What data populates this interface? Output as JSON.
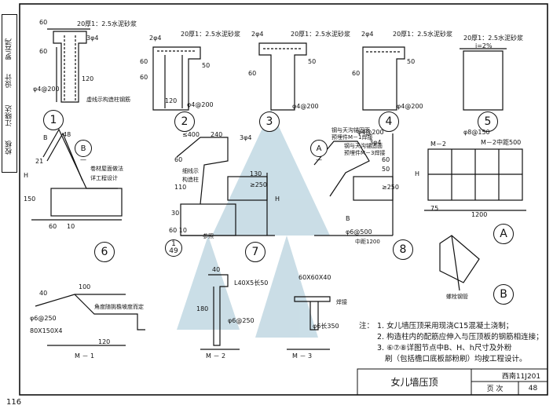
{
  "sidebar": {
    "label_1": "校核",
    "label_2": "江晓达",
    "label_3": "设计",
    "label_4": "罗云鸿"
  },
  "details": {
    "d1": {
      "num": "1",
      "dim_top": "60",
      "dim_20": "20厚1：2.5水泥砂浆",
      "rebar": "3φ4",
      "dim_60": "60",
      "dim_120": "120",
      "stirrup": "φ4@200",
      "note": "虚线示构造柱钢筋"
    },
    "d2": {
      "num": "2",
      "rebar": "2φ4",
      "dim_20": "20厚1：2.5水泥砂浆",
      "dim_60a": "60",
      "dim_60b": "60",
      "dim_50": "50",
      "dim_120": "120",
      "stirrup": "φ4@200"
    },
    "d3": {
      "num": "3",
      "rebar": "2φ4",
      "dim_20": "20厚1：2.5水泥砂浆",
      "dim_60": "60",
      "dim_50": "50",
      "stirrup": "φ4@200"
    },
    "d4": {
      "num": "4",
      "rebar": "2φ4",
      "dim_20": "20厚1：2.5水泥砂浆",
      "dim_60": "60",
      "dim_50": "50",
      "stirrup": "φ4@200"
    },
    "d5": {
      "num": "5",
      "dim_20": "20厚1：2.5水泥砂浆",
      "slope": "i=2%"
    },
    "d6": {
      "num": "6",
      "dim_b": "B",
      "dim_48": "48",
      "label_b": "B",
      "label_dash": "—",
      "dim_h": "H",
      "dim_21": "21",
      "dim_150": "150",
      "dim_60": "60",
      "dim_10": "10",
      "note_1": "卷材屋面做法",
      "note_2": "详工程设计"
    },
    "d7": {
      "num": "7",
      "dim_400": "≤400",
      "dim_240": "240",
      "rebar": "3φ4",
      "dim_60": "60",
      "dim_130": "130",
      "dim_250": "≥250",
      "dim_110": "110",
      "dim_30": "30",
      "dim_h": "H",
      "note_1": "细线示",
      "note_2": "构造柱",
      "dim_6010": "60 10",
      "ref": "参照",
      "ref_num": "1",
      "ref_page": "49"
    },
    "d8": {
      "num": "8",
      "label_a": "A",
      "label_dash": "—",
      "note_1": "钢与天沟锚固面",
      "note_2": "预埋件M－1焊接",
      "note_3": "钢与天沟锚固面",
      "note_4": "预埋件M－3焊接",
      "stirrup": "φ4@200",
      "rebar": "3φ4",
      "dim_60": "60",
      "dim_50": "50",
      "dim_250": "≥250",
      "dim_b": "B",
      "spacing": "φ6@500",
      "spacing_2": "中距1200"
    }
  },
  "elevation_a": {
    "label": "M－2",
    "rebar": "φ8@150",
    "spacing": "M－2中距500",
    "dim_h": "H",
    "dim_75": "75",
    "dim_1200": "1200",
    "circle": "A"
  },
  "detail_b": {
    "note": "螺栓钢管",
    "circle": "B"
  },
  "m1": {
    "title": "M － 1",
    "dim_40": "40",
    "dim_100": "100",
    "rebar": "φ6@250",
    "plate": "80X150X4",
    "note": "角度随挑檐坡度而定",
    "dim_120": "120"
  },
  "m2": {
    "title": "M － 2",
    "angle": "L40X5长50",
    "dim_40": "40",
    "dim_180": "180",
    "rebar": "φ6@250"
  },
  "m3": {
    "title": "M － 3",
    "plate": "60X60X40",
    "weld": "焊接",
    "rebar": "φ6长350"
  },
  "notes": {
    "title": "注：",
    "items": [
      "1. 女儿墙压顶采用现浇C15混凝土浇制；",
      "2. 构造柱内的配筋应伸入与压顶板的钢筋相连接；",
      "3. ⑥⑦⑧详图节点中B、H、h尺寸及外粉",
      "刷（包括檐口底板部粉刷）均按工程设计。"
    ]
  },
  "title_block": {
    "title": "女儿墙压顶",
    "atlas": "西南11J201",
    "page_label": "页 次",
    "page_no": "48"
  },
  "page_number": "116",
  "colors": {
    "line": "#111111",
    "watermark": "#9fc3d3"
  }
}
